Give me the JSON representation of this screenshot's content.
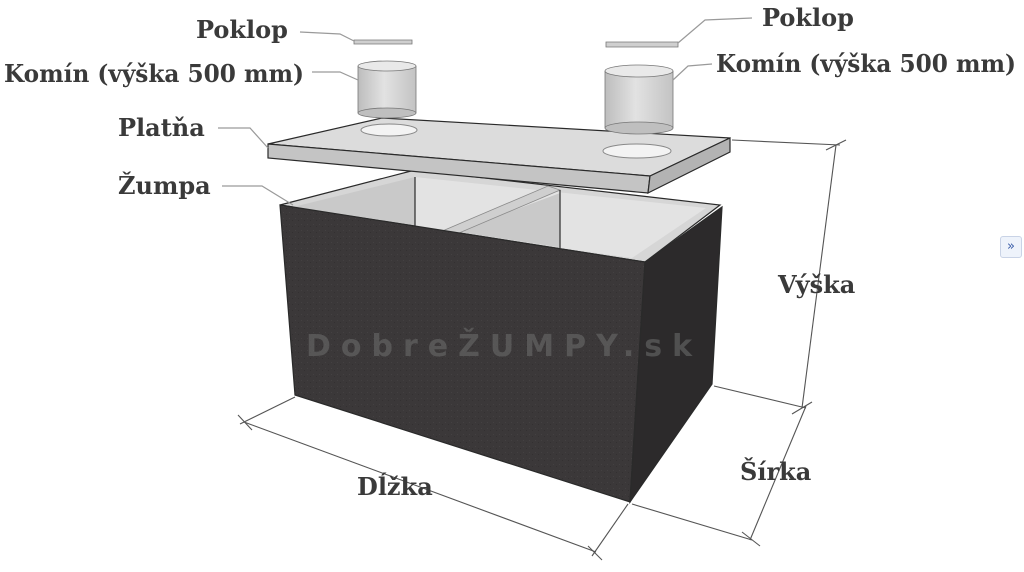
{
  "labels": {
    "lid_left": "Poklop",
    "lid_right": "Poklop",
    "chimney_left": "Komín (výška 500 mm)",
    "chimney_right": "Komín (výška 500 mm)",
    "slab": "Platňa",
    "tank": "Žumpa",
    "height": "Výška",
    "length": "Dĺžka",
    "width": "Šírka"
  },
  "watermark": "DobreŽUMPY.sk",
  "side_button": "»",
  "colors": {
    "tank_dark": "#3b3839",
    "concrete": "#d9d9d9",
    "text": "#3a3a3a"
  }
}
